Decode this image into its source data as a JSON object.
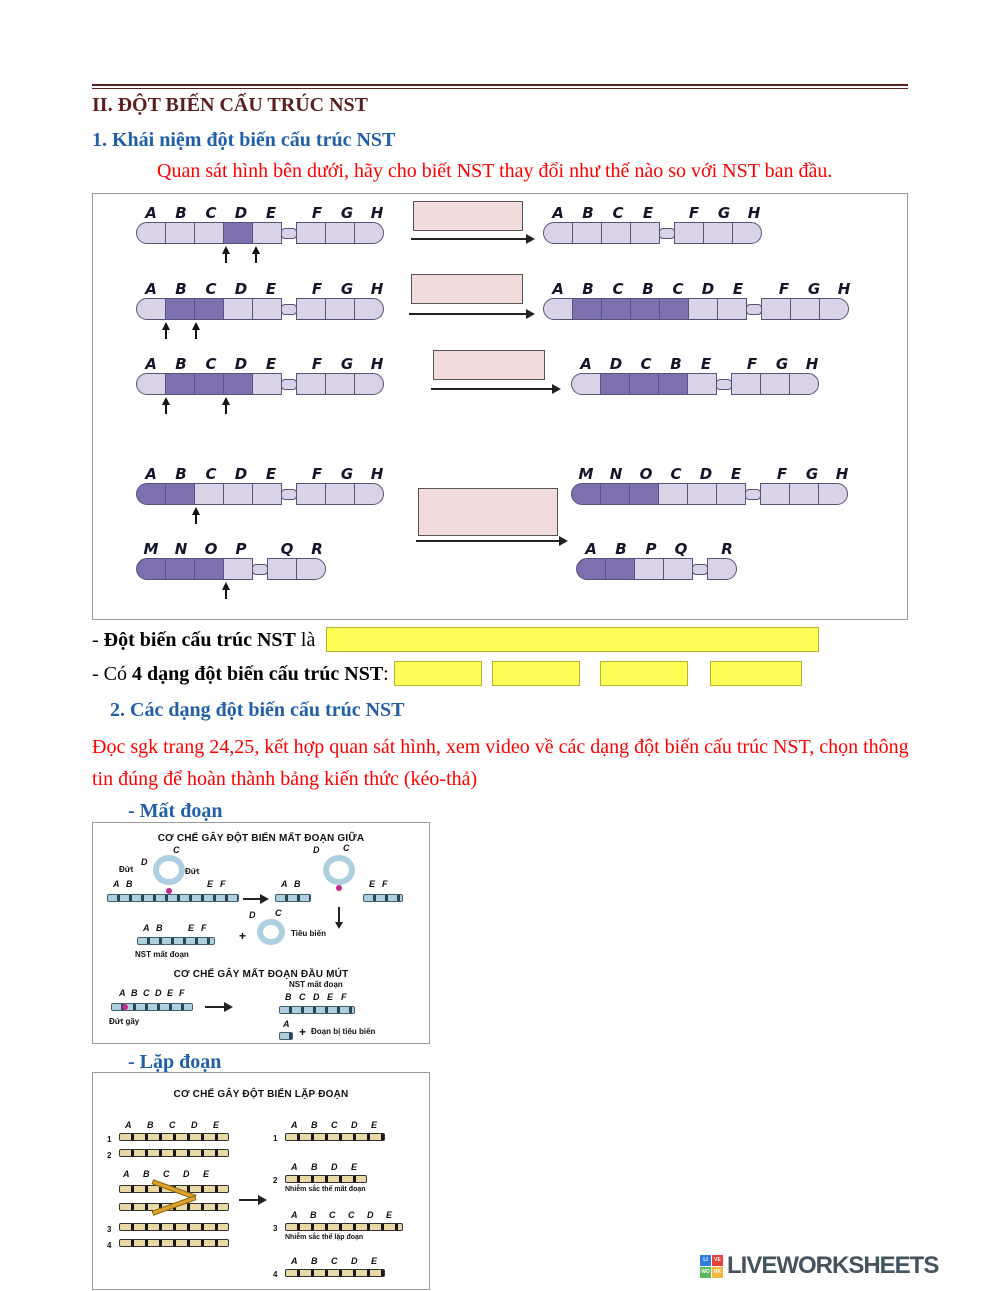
{
  "colors": {
    "maroon": "#5d1f1e",
    "blue": "#2160a8",
    "red": "#ff0000",
    "yellow_box": "#fdff57",
    "pink_box": "#f2dcdb",
    "chromosome_light": "#dad3e8",
    "chromosome_highlight": "#7e6fae"
  },
  "header": {
    "title": "II. ĐỘT BIẾN CẤU TRÚC NST"
  },
  "section1": {
    "heading": "1. Khái niệm đột biến cấu trúc NST",
    "instruction": "Quan sát hình bên dưới, hãy cho biết NST thay đổi như thế nào so với NST ban đầu."
  },
  "figure1": {
    "rows": [
      {
        "left": {
          "letters": [
            "A",
            "B",
            "C",
            "D",
            "E",
            "F",
            "G",
            "H"
          ],
          "highlight": [
            3
          ],
          "centromere_after": 5,
          "arrows_at": [
            3,
            4
          ]
        },
        "right": {
          "letters": [
            "A",
            "B",
            "C",
            "E",
            "F",
            "G",
            "H"
          ],
          "highlight": [],
          "centromere_after": 4,
          "arrows_at": []
        }
      },
      {
        "left": {
          "letters": [
            "A",
            "B",
            "C",
            "D",
            "E",
            "F",
            "G",
            "H"
          ],
          "highlight": [
            1,
            2
          ],
          "centromere_after": 5,
          "arrows_at": [
            1,
            2
          ]
        },
        "right": {
          "letters": [
            "A",
            "B",
            "C",
            "B",
            "C",
            "D",
            "E",
            "F",
            "G",
            "H"
          ],
          "highlight": [
            1,
            2,
            3,
            4
          ],
          "centromere_after": 7,
          "arrows_at": []
        }
      },
      {
        "left": {
          "letters": [
            "A",
            "B",
            "C",
            "D",
            "E",
            "F",
            "G",
            "H"
          ],
          "highlight": [
            1,
            2,
            3
          ],
          "centromere_after": 5,
          "arrows_at": [
            1,
            3
          ]
        },
        "right": {
          "letters": [
            "A",
            "D",
            "C",
            "B",
            "E",
            "F",
            "G",
            "H"
          ],
          "highlight": [
            1,
            2,
            3
          ],
          "centromere_after": 5,
          "arrows_at": []
        }
      },
      {
        "left": {
          "letters": [
            "A",
            "B",
            "C",
            "D",
            "E",
            "F",
            "G",
            "H"
          ],
          "highlight": [
            0,
            1
          ],
          "centromere_after": 5,
          "arrows_at": [
            2
          ]
        },
        "right": {
          "letters": [
            "M",
            "N",
            "O",
            "C",
            "D",
            "E",
            "F",
            "G",
            "H"
          ],
          "highlight": [
            0,
            1,
            2
          ],
          "centromere_after": 6,
          "arrows_at": []
        }
      },
      {
        "left": {
          "letters": [
            "M",
            "N",
            "O",
            "P",
            "Q",
            "R"
          ],
          "highlight": [
            0,
            1,
            2
          ],
          "centromere_after": 4,
          "arrows_at": [
            3
          ]
        },
        "right": {
          "letters": [
            "A",
            "B",
            "P",
            "Q",
            "R"
          ],
          "highlight": [
            0,
            1
          ],
          "centromere_after": 4,
          "arrows_at": []
        }
      }
    ]
  },
  "answers": {
    "line1_pre": "- ",
    "line1_bold": "Đột biến cấu trúc NST",
    "line1_post": " là",
    "line2_pre": "- Có ",
    "line2_bold": "4 dạng đột biến cấu trúc NST",
    "line2_post": ":"
  },
  "section2": {
    "heading": "2. Các dạng đột biến cấu trúc NST",
    "instruction": "Đọc sgk trang 24,25, kết hợp quan sát hình, xem video về các dạng đột biến cấu trúc NST, chọn thông tin đúng để hoàn thành bảng kiến thức (kéo-thả)",
    "sub1": "- Mất đoạn",
    "sub2": "- Lặp đoạn"
  },
  "figure2": {
    "title1": "CƠ CHẾ GÂY ĐỘT BIẾN MẤT ĐOẠN GIỮA",
    "title2": "CƠ CHẾ GÂY MẤT ĐOẠN ĐẦU MÚT",
    "labels": {
      "dut": "Đứt",
      "dut_gay": "Đứt gãy",
      "nst_mat_doan": "NST mất đoạn",
      "tieu_bien": "Tiêu biến",
      "doan_bi_tieu_bien": "Đoạn bị tiêu biến",
      "plus": "+"
    },
    "stage1": {
      "left_letters": [
        "A",
        "B"
      ],
      "loop_letters": [
        "D",
        "C"
      ],
      "right_letters": [
        "E",
        "F"
      ]
    },
    "stage2": {
      "left_letters": [
        "A",
        "B"
      ],
      "loop_letters": [
        "D",
        "C"
      ],
      "right_letters": [
        "E",
        "F"
      ]
    },
    "result": {
      "bar_letters": [
        "A",
        "B",
        "E",
        "F"
      ],
      "loop_letters": [
        "D",
        "C"
      ]
    },
    "tip_stage": {
      "letters": [
        "A",
        "B",
        "C",
        "D",
        "E",
        "F"
      ],
      "result_letters": [
        "B",
        "C",
        "D",
        "E",
        "F"
      ],
      "fragment_letter": "A"
    }
  },
  "figure3": {
    "title": "CƠ CHẾ GÂY ĐỘT BIẾN LẶP ĐOẠN",
    "left": {
      "pair_top": [
        {
          "num": "1",
          "letters": [
            "A",
            "B",
            "C",
            "D",
            "E"
          ]
        },
        {
          "num": "2",
          "letters": []
        }
      ],
      "cross_letters": [
        "A",
        "B",
        "C",
        "D",
        "E"
      ],
      "pair_bottom": [
        {
          "num": "3"
        },
        {
          "num": "4"
        }
      ]
    },
    "results": [
      {
        "num": "1",
        "letters": [
          "A",
          "B",
          "C",
          "D",
          "E"
        ],
        "label": ""
      },
      {
        "num": "2",
        "letters": [
          "A",
          "B",
          "D",
          "E"
        ],
        "label": "Nhiễm sắc thể mất đoạn"
      },
      {
        "num": "3",
        "letters": [
          "A",
          "B",
          "C",
          "C",
          "D",
          "E"
        ],
        "label": "Nhiễm sắc thể lặp đoạn"
      },
      {
        "num": "4",
        "letters": [
          "A",
          "B",
          "C",
          "D",
          "E"
        ],
        "label": ""
      }
    ]
  },
  "footer": {
    "logo_text": "LIVEWORKSHEETS",
    "logo_squares": [
      {
        "t": "LI",
        "c": "#2f7de1"
      },
      {
        "t": "VE",
        "c": "#e8413c"
      },
      {
        "t": "WO",
        "c": "#5cb85c"
      },
      {
        "t": "RK",
        "c": "#f5b83d"
      }
    ]
  }
}
